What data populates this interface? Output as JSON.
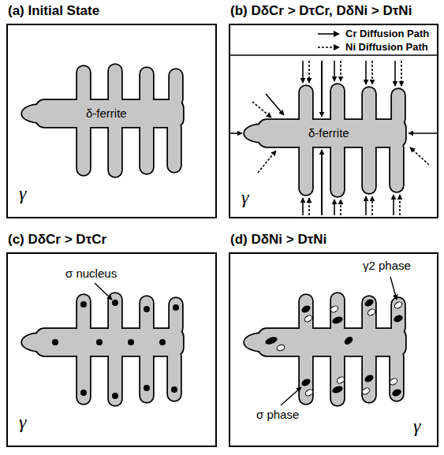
{
  "diagram": {
    "nodes": [
      {
        "text": [
          "(a) Initial State",
          "γ"
        ]
      },
      {
        "text": [
          "δ-ferrite"
        ],
        "in": 0
      },
      {
        "text": [
          "(b) DδCr > DτCr, DδNi > DτNi",
          "γ"
        ]
      },
      {
        "text": [
          "δ-ferrite"
        ],
        "in": 2
      },
      {
        "text": [
          "(c) DδCr > DτCr",
          "γ"
        ]
      },
      {
        "text": [
          "(d) DδNi > DτNi",
          "γ"
        ]
      }
    ],
    "labels": [
      "σ nucleus",
      "γ2 phase",
      "σ phase"
    ],
    "legend": [
      {
        "text": "Cr Diffusion Path"
      },
      {
        "text": "Ni Diffusion Path"
      }
    ]
  }
}
